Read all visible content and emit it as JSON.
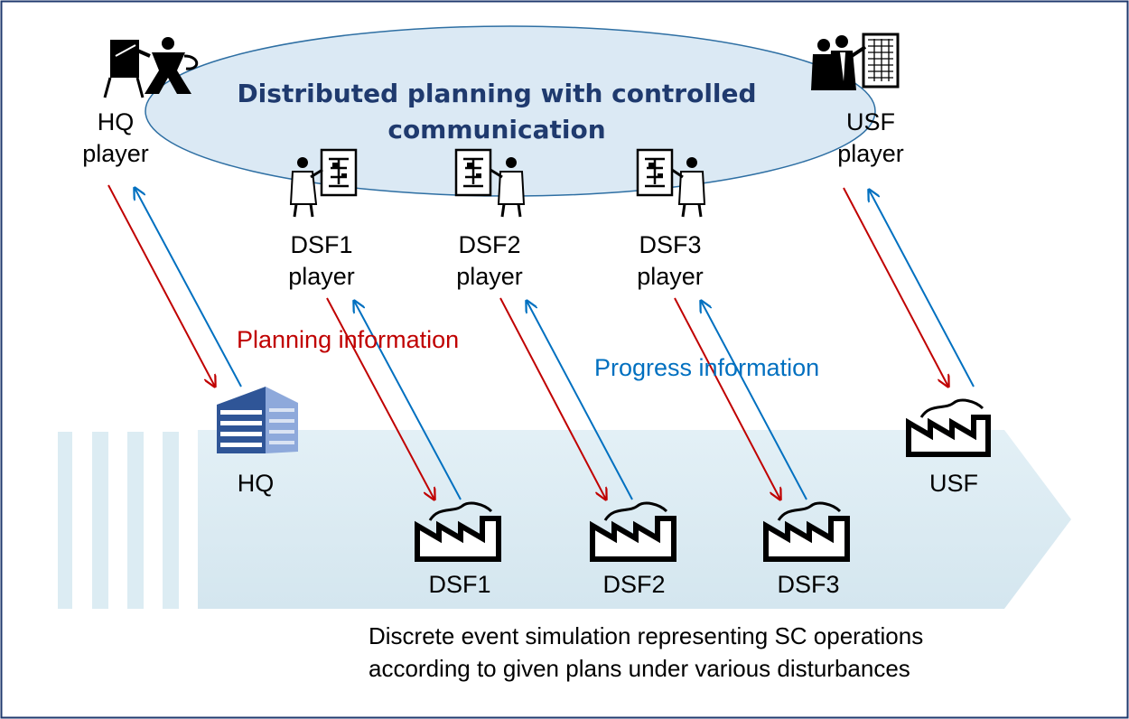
{
  "diagram": {
    "title_line1": "Distributed planning with controlled",
    "title_line2": "communication",
    "players": {
      "hq": [
        "HQ",
        "player"
      ],
      "usf": [
        "USF",
        "player"
      ],
      "dsf1": [
        "DSF1",
        "player"
      ],
      "dsf2": [
        "DSF2",
        "player"
      ],
      "dsf3": [
        "DSF3",
        "player"
      ]
    },
    "facilities": {
      "hq": "HQ",
      "usf": "USF",
      "dsf1": "DSF1",
      "dsf2": "DSF2",
      "dsf3": "DSF3"
    },
    "planning_information": "Planning information",
    "progress_information": "Progress information",
    "caption_line1": "Discrete event simulation representing SC operations",
    "caption_line2": "according to given plans under various disturbances",
    "colors": {
      "planning": "#c00000",
      "progress": "#0070c0",
      "title": "#1f3a6e",
      "ellipse": "#dbe9f4",
      "simulation_band": "#dcecf3",
      "frame": "#1f3a6e"
    }
  }
}
